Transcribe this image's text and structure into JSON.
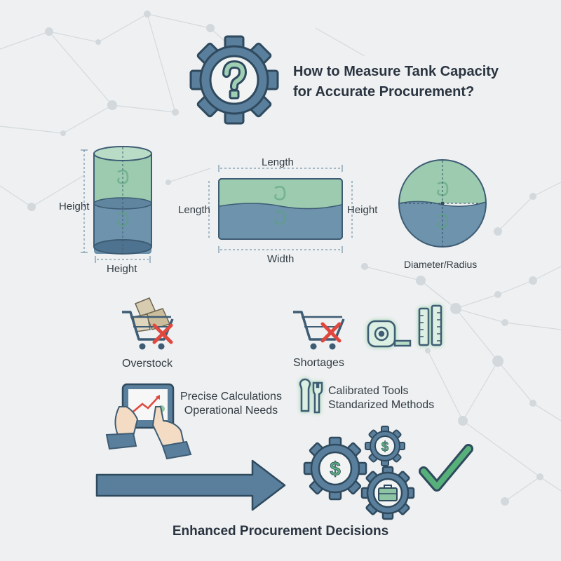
{
  "title": {
    "line1": "How to Measure Tank Capacity",
    "line2": "for Accurate Procurement?"
  },
  "tanks": {
    "cylinder": {
      "side_label": "Height",
      "bottom_label": "Height"
    },
    "rectangle": {
      "top_label": "Length",
      "left_label": "Length",
      "right_label": "Height",
      "bottom_label": "Width"
    },
    "sphere": {
      "label": "Diameter/Radius"
    }
  },
  "risks": {
    "overstock": "Overstock",
    "shortages": "Shortages"
  },
  "practices": {
    "line1": "Precise Calculations",
    "line2": "Operational Needs"
  },
  "tools": {
    "line1": "Calibrated Tools",
    "line2": "Standarized Methods"
  },
  "result": "Enhanced Procurement Decisions",
  "colors": {
    "steel": "#5a7f9c",
    "steel_dark": "#3e5c74",
    "liquid_blue": "#6e93ad",
    "liquid_green": "#8cc4a4",
    "accent_green": "#57b07a",
    "cross_red": "#e0473e",
    "background": "#eef0f1"
  },
  "icons": [
    "question-gear-icon",
    "cart-icon",
    "box-icon",
    "cross-icon",
    "tape-measure-icon",
    "ruler-icon",
    "wrench-icon",
    "tablet-icon",
    "hand-icon",
    "arrow-right-icon",
    "dollar-gear-icon",
    "briefcase-gear-icon",
    "checkmark-icon"
  ]
}
